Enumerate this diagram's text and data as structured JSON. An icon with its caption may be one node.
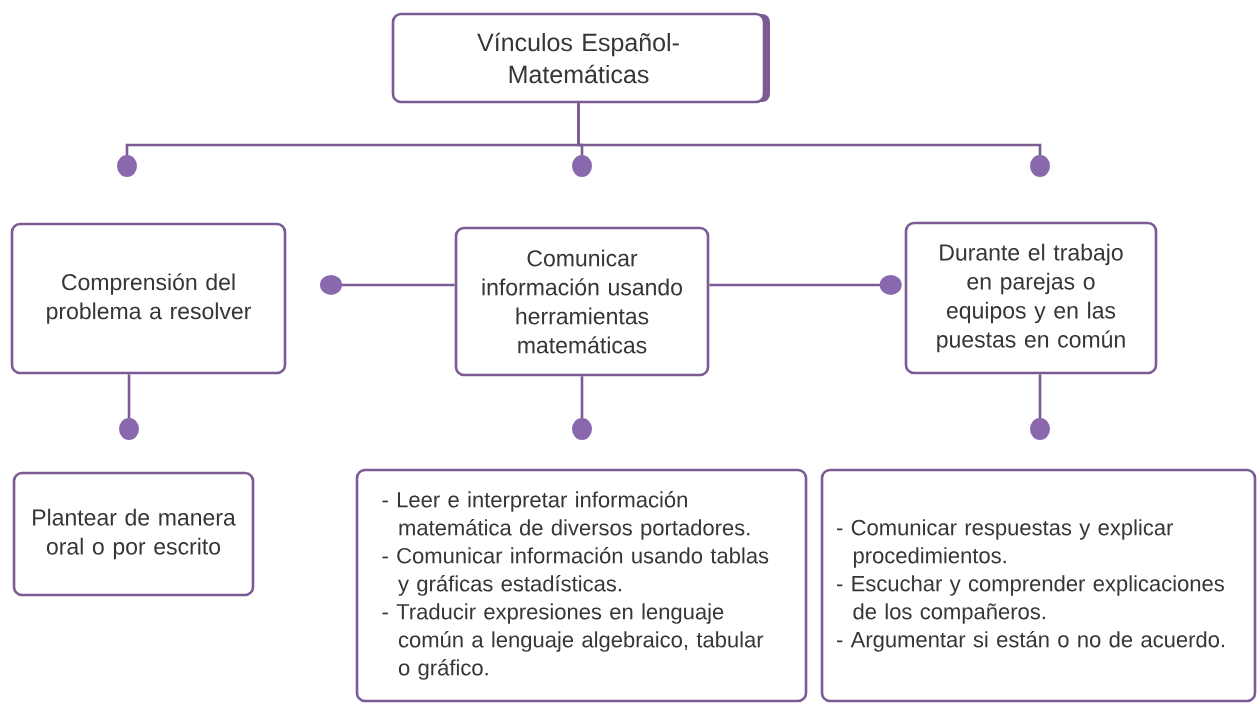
{
  "diagram": {
    "nodes": [
      {
        "text": [
          "Vínculos Español-Matemáticas"
        ]
      },
      {
        "text": [
          "Comprensión del problema a resolver"
        ]
      },
      {
        "text": [
          "Comunicar información usando herramientas matemáticas"
        ]
      },
      {
        "text": [
          "Durante el trabajo en parejas o equipos y en las puestas en común"
        ]
      },
      {
        "text": [
          "Plantear de manera oral o por escrito"
        ]
      },
      {
        "text": [
          "- Leer e interpretar información matemática de diversos portadores.",
          "- Comunicar información usando tablas y gráficas estadísticas.",
          "- Traducir expresiones en lenguaje común a lenguaje algebraico, tabular o gráfico."
        ]
      },
      {
        "text": [
          "- Comunicar respuestas y explicar procedimientos.",
          "- Escuchar y comprender explicaciones de los compañeros.",
          "- Argumentar si están o no de acuerdo."
        ]
      }
    ],
    "edges": [
      {
        "from": 0,
        "to": 1,
        "arrow": "other"
      },
      {
        "from": 0,
        "to": 2,
        "arrow": "other"
      },
      {
        "from": 0,
        "to": 3,
        "arrow": "other"
      },
      {
        "from": 2,
        "to": 1,
        "arrow": "other"
      },
      {
        "from": 2,
        "to": 3,
        "arrow": "other"
      },
      {
        "from": 1,
        "to": 4,
        "arrow": "other"
      },
      {
        "from": 2,
        "to": 5,
        "arrow": "other"
      },
      {
        "from": 3,
        "to": 6,
        "arrow": "other"
      }
    ]
  }
}
